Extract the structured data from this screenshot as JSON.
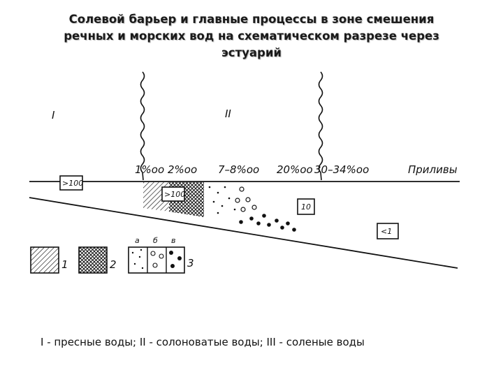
{
  "title": {
    "line1": "Солевой барьер и главные процессы в зоне смешения",
    "line2": "речных и морских вод на схематическом разрезе через",
    "line3": "эстуарий"
  },
  "zones": {
    "zone_1": "I",
    "zone_2": "II"
  },
  "salinity_labels": {
    "s1": "1%oo",
    "s2": "2%oo",
    "s3": "7–8%oo",
    "s4": "20%oo",
    "s5": "30–34%oo",
    "s6": "Приливы"
  },
  "boxes": {
    "box_100_left": ">100",
    "box_100_mid": ">100",
    "box_10": "10",
    "box_lt1": "<1"
  },
  "legend": {
    "n1": "1",
    "n2": "2",
    "n3": "3",
    "sub_a": "а",
    "sub_b": "б",
    "sub_v": "в"
  },
  "caption": "I - пресные воды; II - солоноватые воды; III - соленые воды"
}
